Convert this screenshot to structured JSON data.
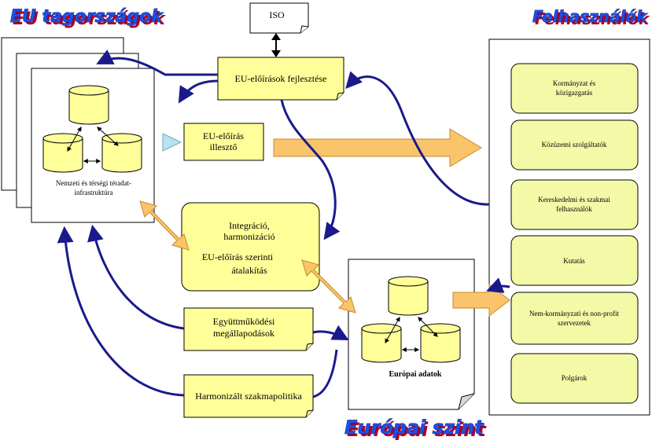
{
  "titles": {
    "eu_tagorszagok": "EU tagországok",
    "felhasznalok": "Felhasználók",
    "europai_szint": "Európai szint"
  },
  "boxes": {
    "iso": "ISO",
    "eu_eloirasok_fejlesztese": "EU-előírások fejlesztése",
    "eu_eloiras_illeszto_1": "EU-előírás",
    "eu_eloiras_illeszto_2": "illesztő",
    "integracio_1": "Integráció,",
    "integracio_2": "harmonizáció",
    "integracio_3": "EU-előírás szerinti",
    "integracio_4": "átalakítás",
    "egyuttmukodesi_1": "Együttműködési",
    "egyuttmukodesi_2": "megállapodások",
    "harmonizalt": "Harmonizált szakmapolitika"
  },
  "national": {
    "caption_1": "Nemzeti és térségi téradat-",
    "caption_2": "infrastruktúra"
  },
  "european": {
    "caption": "Európai adatok"
  },
  "users": [
    {
      "line1": "Kormányzat és",
      "line2": "közigazgatás"
    },
    {
      "line1": "Közüzemi szolgáltatók",
      "line2": ""
    },
    {
      "line1": "Kereskedelmi és szakmai",
      "line2": "felhasználók"
    },
    {
      "line1": "Kutatás",
      "line2": ""
    },
    {
      "line1": "Nem-kormányzati és non-profit",
      "line2": "szervezetek"
    },
    {
      "line1": "Polgárok",
      "line2": ""
    }
  ],
  "colors": {
    "yellow_fill": "#ffff99",
    "cylinder_fill": "#ffff99",
    "green_fill": "#f4f9a8",
    "orange_arrow": "#f9c46a",
    "navy_arrow": "#1a1a8c",
    "title_blue": "#1f4fe0",
    "title_shadow": "#b00020"
  }
}
